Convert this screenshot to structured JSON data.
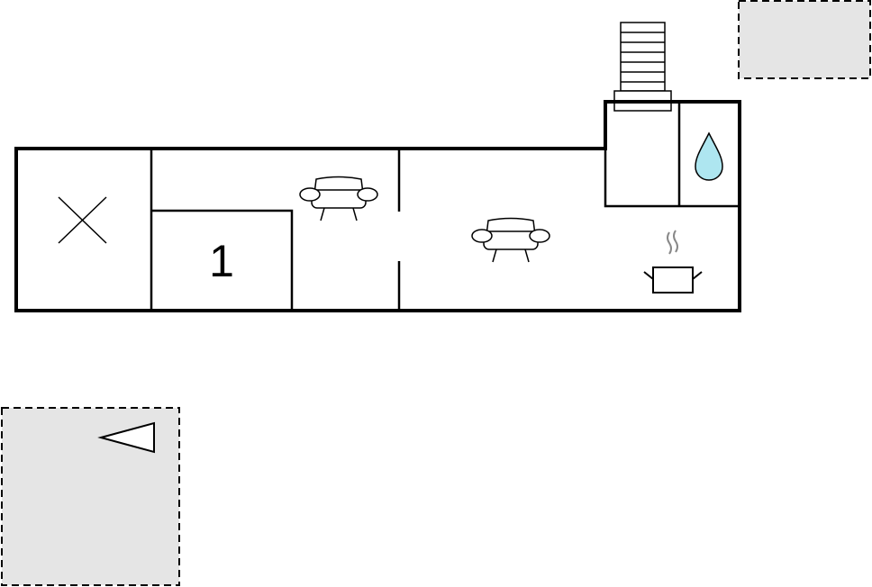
{
  "floor_plan": {
    "rooms": [
      {
        "id": "bedroom-1",
        "label": "1"
      }
    ],
    "icons": [
      "storage-x-icon",
      "sofa-icon",
      "sofa-icon",
      "stairs-icon",
      "water-drop-icon",
      "cooking-pot-icon",
      "entrance-arrow-icon"
    ],
    "outdoor_areas": [
      "terrace-top-right",
      "terrace-bottom-left"
    ]
  },
  "colors": {
    "wall": "#000000",
    "terrace_fill": "#e5e5e5",
    "water": "#aee6f0",
    "steam": "#888888"
  }
}
